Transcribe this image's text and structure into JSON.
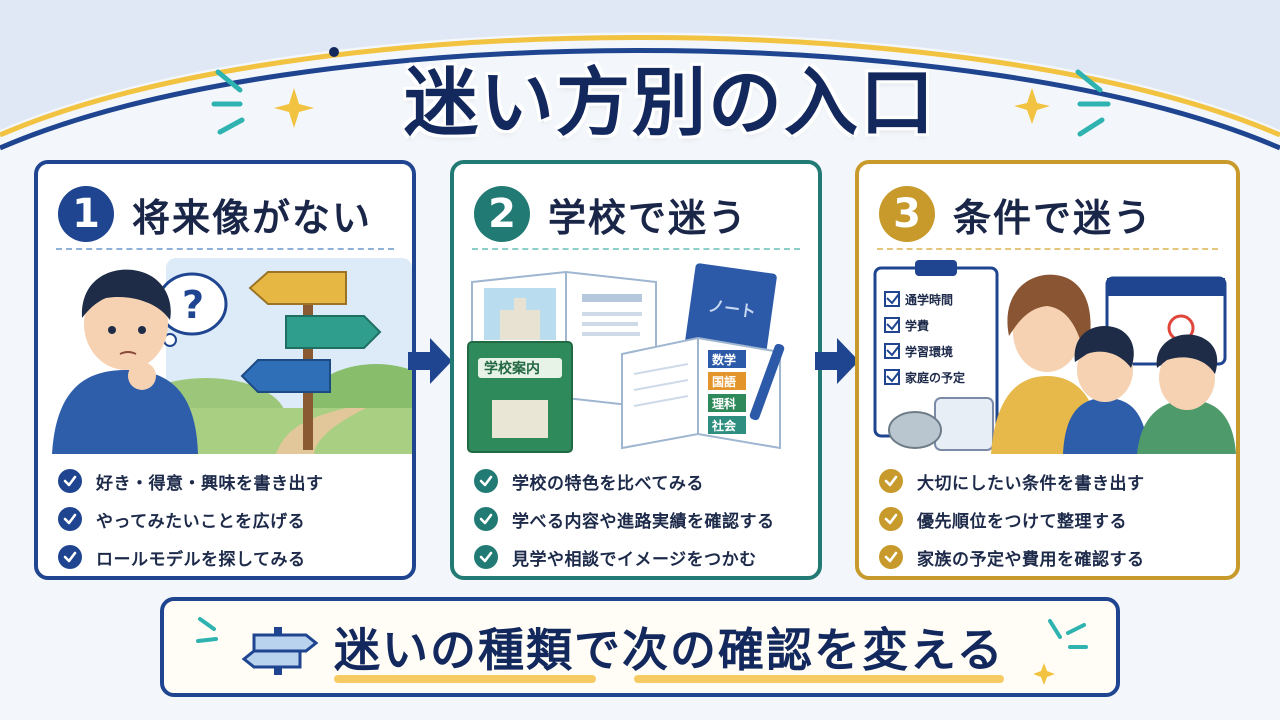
{
  "title": "迷い方別の入口",
  "panels": [
    {
      "number": "1",
      "title": "将来像がない",
      "accent": "#1f4590",
      "checks": [
        "好き・得意・興味を書き出す",
        "やってみたいことを広げる",
        "ロールモデルを探してみる"
      ]
    },
    {
      "number": "2",
      "title": "学校で迷う",
      "accent": "#217a73",
      "checks": [
        "学校の特色を比べてみる",
        "学べる内容や進路実績を確認する",
        "見学や相談でイメージをつかむ"
      ],
      "book_labels": {
        "school_guide": "学校案内",
        "notebook": "ノート",
        "subjects": [
          "数学",
          "国語",
          "理科",
          "社会"
        ]
      }
    },
    {
      "number": "3",
      "title": "条件で迷う",
      "accent": "#c79a2b",
      "checks": [
        "大切にしたい条件を書き出す",
        "優先順位をつけて整理する",
        "家族の予定や費用を確認する"
      ],
      "checklist": [
        "通学時間",
        "学費",
        "学習環境",
        "家庭の予定"
      ]
    }
  ],
  "bottom_message": "迷いの種類で次の確認を変える",
  "colors": {
    "navy": "#13295e",
    "teal": "#217a73",
    "gold": "#c79a2b",
    "highlight": "#f4c24a",
    "sparkle_teal": "#2fb3b0",
    "sparkle_gold": "#f2c241"
  }
}
